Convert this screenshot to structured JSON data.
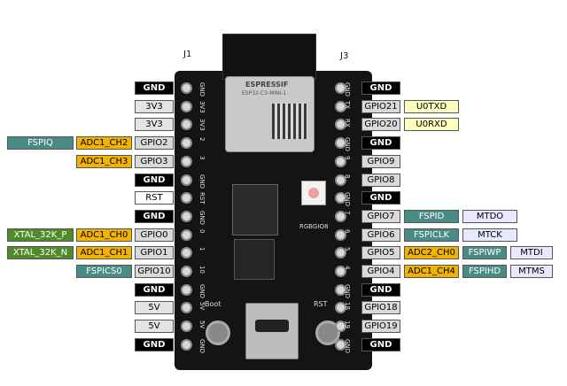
{
  "title": "",
  "headers": {
    "j1": "J1",
    "j3": "J3"
  },
  "board_text": {
    "module_brand": "ESPRESSIF",
    "module_model": "ESP32-C3-MINI-1",
    "rgb_label": "RGBGIO8",
    "boot_label": "Boot",
    "rst_label": "RST"
  },
  "colors": {
    "gnd": "#000000",
    "power": "#e4e4e4",
    "gpio": "#d9d9d9",
    "adc": "#f0b400",
    "fspi": "#4b8b86",
    "xtal": "#4f8a2b",
    "uart": "#ffffc0",
    "jtag": "#e8e8ff"
  },
  "left_rows": [
    {
      "pin": "GND",
      "type": "gnd",
      "silk": "GND"
    },
    {
      "pin": "3V3",
      "type": "power",
      "silk": "3V3"
    },
    {
      "pin": "3V3",
      "type": "power",
      "silk": "3V3"
    },
    {
      "pin": "GPIO2",
      "type": "gpio",
      "silk": "2",
      "adc": "ADC1_CH2",
      "fspi": "FSPIQ"
    },
    {
      "pin": "GPIO3",
      "type": "gpio",
      "silk": "3",
      "adc": "ADC1_CH3"
    },
    {
      "pin": "GND",
      "type": "gnd",
      "silk": "GND"
    },
    {
      "pin": "RST",
      "type": "rst",
      "silk": "RST"
    },
    {
      "pin": "GND",
      "type": "gnd",
      "silk": "GND"
    },
    {
      "pin": "GPIO0",
      "type": "gpio",
      "silk": "0",
      "adc": "ADC1_CH0",
      "xtal": "XTAL_32K_P"
    },
    {
      "pin": "GPIO1",
      "type": "gpio",
      "silk": "1",
      "adc": "ADC1_CH1",
      "xtal": "XTAL_32K_N"
    },
    {
      "pin": "GPIO10",
      "type": "gpio",
      "silk": "10",
      "fspi": "FSPICS0"
    },
    {
      "pin": "GND",
      "type": "gnd",
      "silk": "GND"
    },
    {
      "pin": "5V",
      "type": "power",
      "silk": "5V"
    },
    {
      "pin": "5V",
      "type": "power",
      "silk": "5V"
    },
    {
      "pin": "GND",
      "type": "gnd",
      "silk": "GND"
    }
  ],
  "right_rows": [
    {
      "pin": "GND",
      "type": "gnd",
      "silk": "GND"
    },
    {
      "pin": "GPIO21",
      "type": "gpio",
      "silk": "TX",
      "uart": "U0TXD"
    },
    {
      "pin": "GPIO20",
      "type": "gpio",
      "silk": "RX",
      "uart": "U0RXD"
    },
    {
      "pin": "GND",
      "type": "gnd",
      "silk": "GND"
    },
    {
      "pin": "GPIO9",
      "type": "gpio",
      "silk": "9"
    },
    {
      "pin": "GPIO8",
      "type": "gpio",
      "silk": "8"
    },
    {
      "pin": "GND",
      "type": "gnd",
      "silk": "GND"
    },
    {
      "pin": "GPIO7",
      "type": "gpio",
      "silk": "7",
      "fspi": "FSPID",
      "jtag": "MTDO"
    },
    {
      "pin": "GPIO6",
      "type": "gpio",
      "silk": "6",
      "fspi": "FSPICLK",
      "jtag": "MTCK"
    },
    {
      "pin": "GPIO5",
      "type": "gpio",
      "silk": "5",
      "adc": "ADC2_CH0",
      "fspi": "FSPIWP",
      "jtag": "MTDI"
    },
    {
      "pin": "GPIO4",
      "type": "gpio",
      "silk": "4",
      "adc": "ADC1_CH4",
      "fspi": "FSPIHD",
      "jtag": "MTMS"
    },
    {
      "pin": "GND",
      "type": "gnd",
      "silk": "GND"
    },
    {
      "pin": "GPIO18",
      "type": "gpio",
      "silk": "18"
    },
    {
      "pin": "GPIO19",
      "type": "gpio",
      "silk": "19"
    },
    {
      "pin": "GND",
      "type": "gnd",
      "silk": "GND"
    }
  ]
}
